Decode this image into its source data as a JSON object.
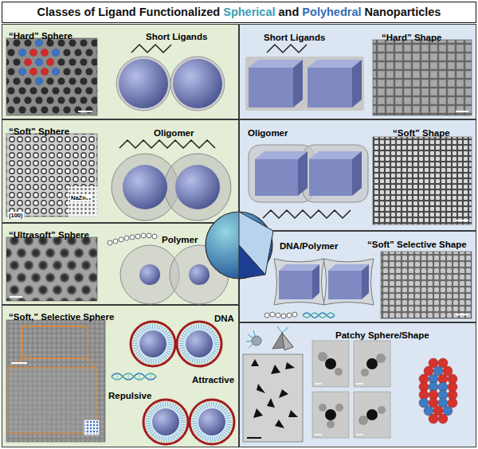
{
  "diagram": {
    "title": "Classes of Ligand Functionalized Spherical and Polyhedral Nanoparticles",
    "nodes": [
      {
        "text": [
          "“Hard” Sphere",
          "Short Ligands"
        ]
      },
      {
        "text": [
          "“Soft” Sphere",
          "Oligomer"
        ]
      },
      {
        "text": [
          "“Ultrasoft” Sphere",
          "Polymer"
        ]
      },
      {
        "text": [
          "“Soft,” Selective Sphere",
          "DNA",
          "Attractive",
          "Repulsive"
        ]
      },
      {
        "text": [
          "Short Ligands",
          "“Hard” Shape"
        ]
      },
      {
        "text": [
          "Oligomer",
          "“Soft” Shape"
        ]
      },
      {
        "text": [
          "“Soft” Selective Shape",
          "DNA/Polymer"
        ]
      },
      {
        "text": [
          "Patchy Sphere/Shape"
        ]
      }
    ],
    "labels": [
      "NaZn₁₃",
      "(100)"
    ]
  }
}
